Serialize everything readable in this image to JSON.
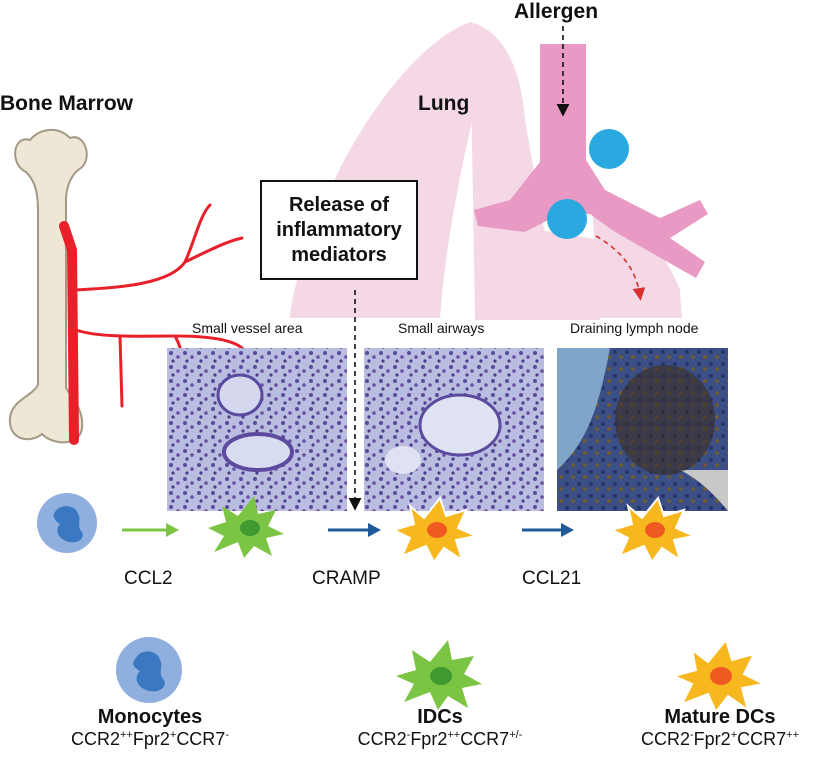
{
  "labels": {
    "allergen": "Allergen",
    "lung": "Lung",
    "bone_marrow": "Bone Marrow",
    "release_box": [
      "Release of",
      "inflammatory",
      "mediators"
    ]
  },
  "panels": [
    {
      "caption": "Small vessel area"
    },
    {
      "caption": "Small airways"
    },
    {
      "caption": "Draining lymph node"
    }
  ],
  "chemokines": [
    "CCL2",
    "CRAMP",
    "CCL21"
  ],
  "populations": [
    {
      "name": "Monocytes",
      "markers": [
        [
          "CCR2",
          "++"
        ],
        [
          "Fpr2",
          "+"
        ],
        [
          "CCR7",
          "-"
        ]
      ]
    },
    {
      "name": "IDCs",
      "markers": [
        [
          "CCR2",
          "-"
        ],
        [
          "Fpr2",
          "++"
        ],
        [
          "CCR7",
          "+/-"
        ]
      ]
    },
    {
      "name": "Mature DCs",
      "markers": [
        [
          "CCR2",
          "-"
        ],
        [
          "Fpr2",
          "+"
        ],
        [
          "CCR7",
          "++"
        ]
      ]
    }
  ],
  "colors": {
    "lung": "#f5d8e6",
    "airway": "#e89ac4",
    "dc_allergen": "#2aa9e0",
    "vessel": "#e8202a",
    "bone": "#efe7d6",
    "monocyte_outer": "#8fb0de",
    "monocyte_nucleus": "#3a78c2",
    "idc": "#7cc444",
    "idc_nucleus": "#3f9a2f",
    "mature_dc": "#f7b71f",
    "mature_dc_nucleus": "#ee5a22",
    "arrow_green": "#7cc444",
    "arrow_blue": "#1f5b9a",
    "arrow_red": "#d93030"
  },
  "icons": {
    "monocyte": "monocyte-cell-icon",
    "idc": "immature-dendritic-cell-icon",
    "mature_dc": "mature-dendritic-cell-icon"
  }
}
